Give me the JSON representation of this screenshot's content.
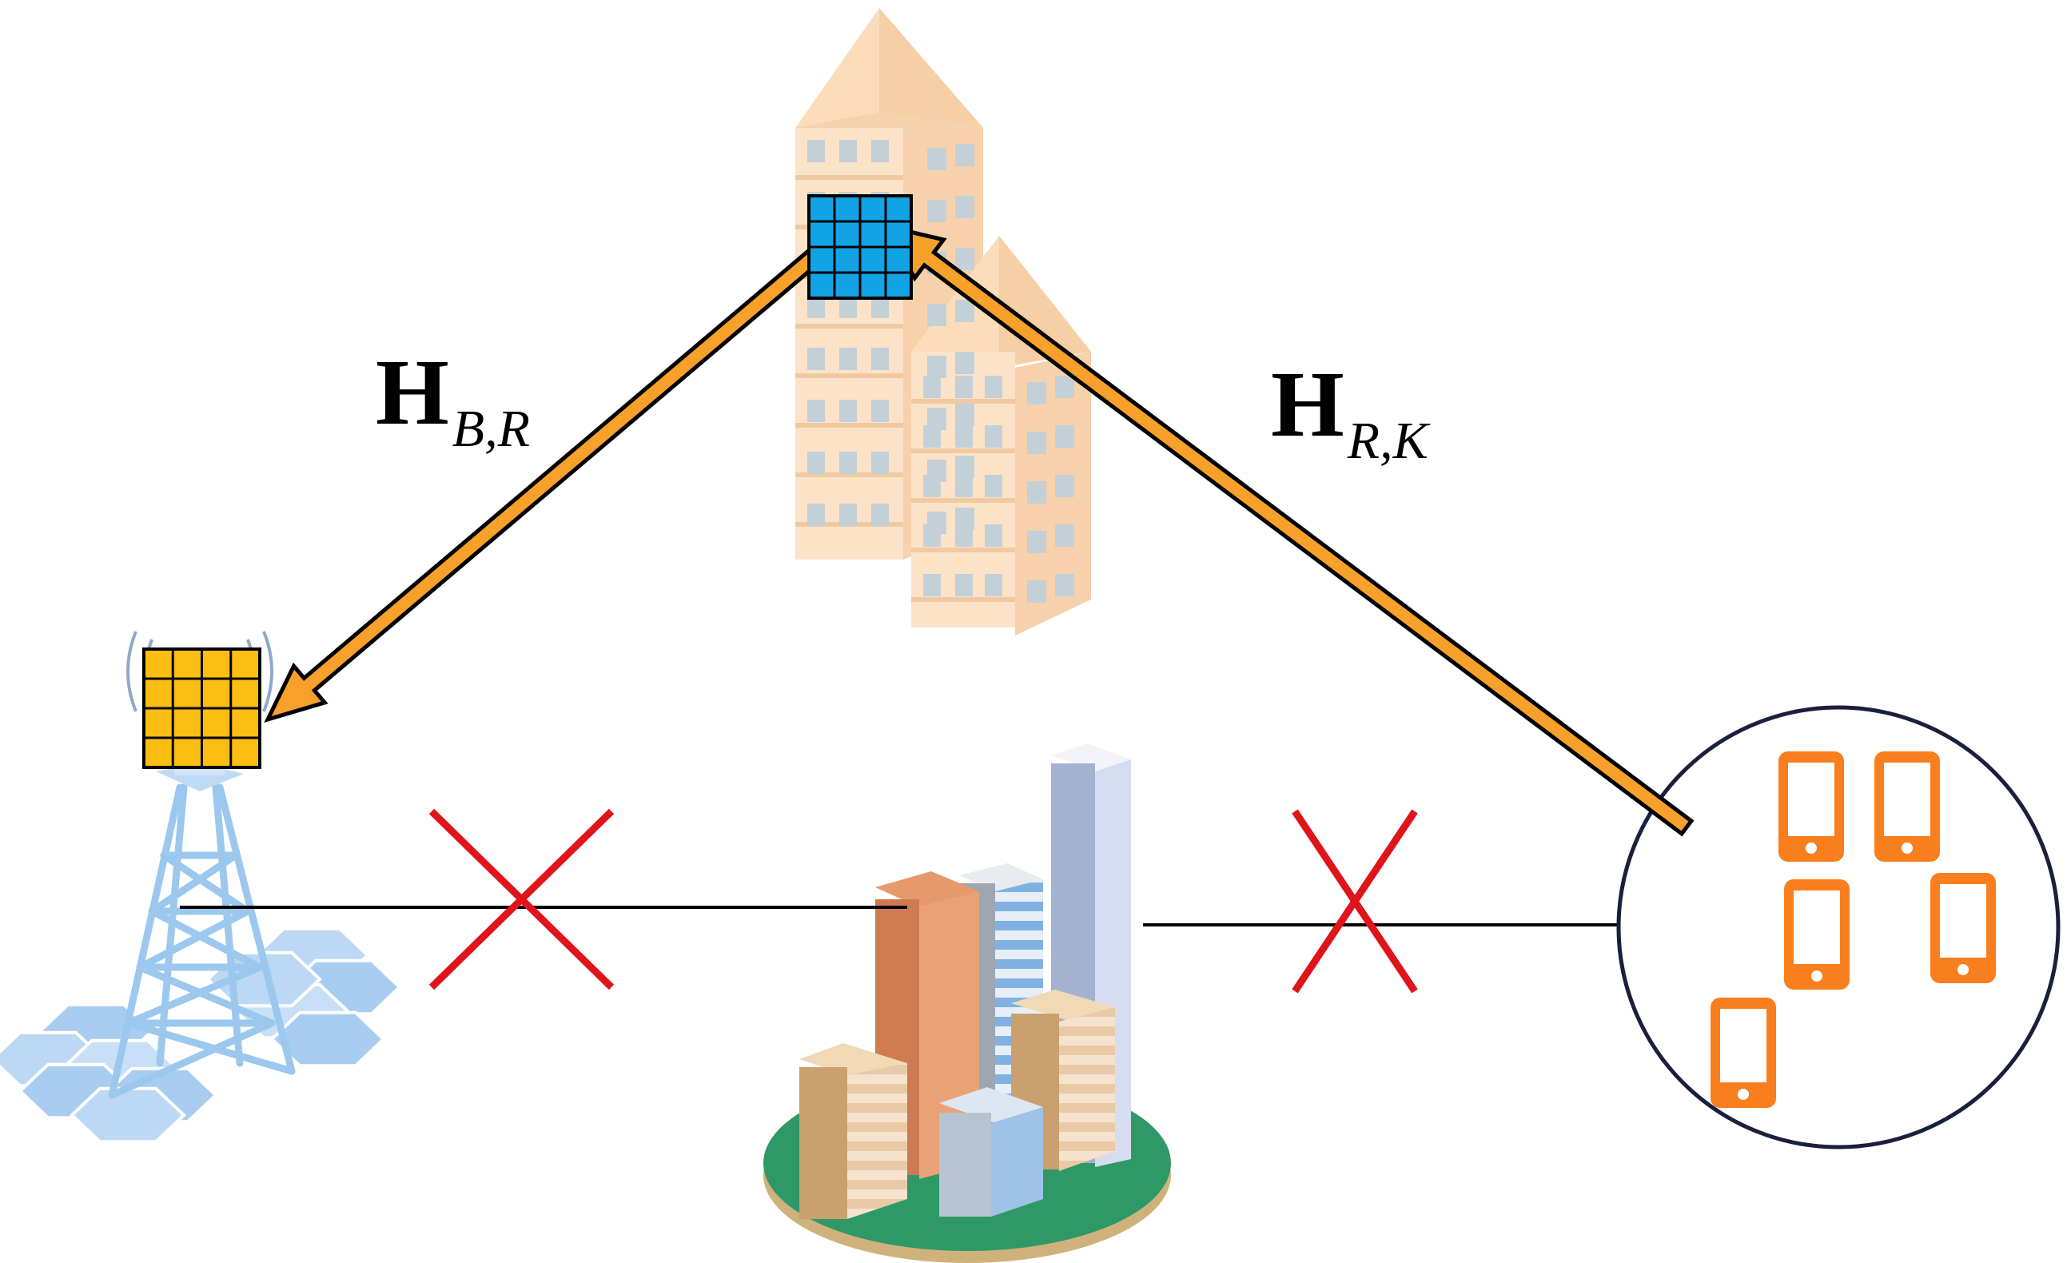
{
  "labels": {
    "channel_bs_ris": {
      "main": "H",
      "sub": "B,R"
    },
    "channel_ris_users": {
      "main": "H",
      "sub": "R,K"
    }
  },
  "colors": {
    "arrow": "#F7A12B",
    "ris_panel": "#12A3E6",
    "bs_panel": "#FDBE14",
    "blocked_mark": "#E0141B",
    "phone": "#F97E1D",
    "tower": "#9CC8EE",
    "building_peach": "#FBDDBC",
    "island_green": "#2F9867"
  },
  "icons": [
    "tower-icon",
    "ris-building-icon",
    "city-blocker-icon",
    "user-phone-icon"
  ],
  "user_count": 5,
  "blocked_links": 2
}
